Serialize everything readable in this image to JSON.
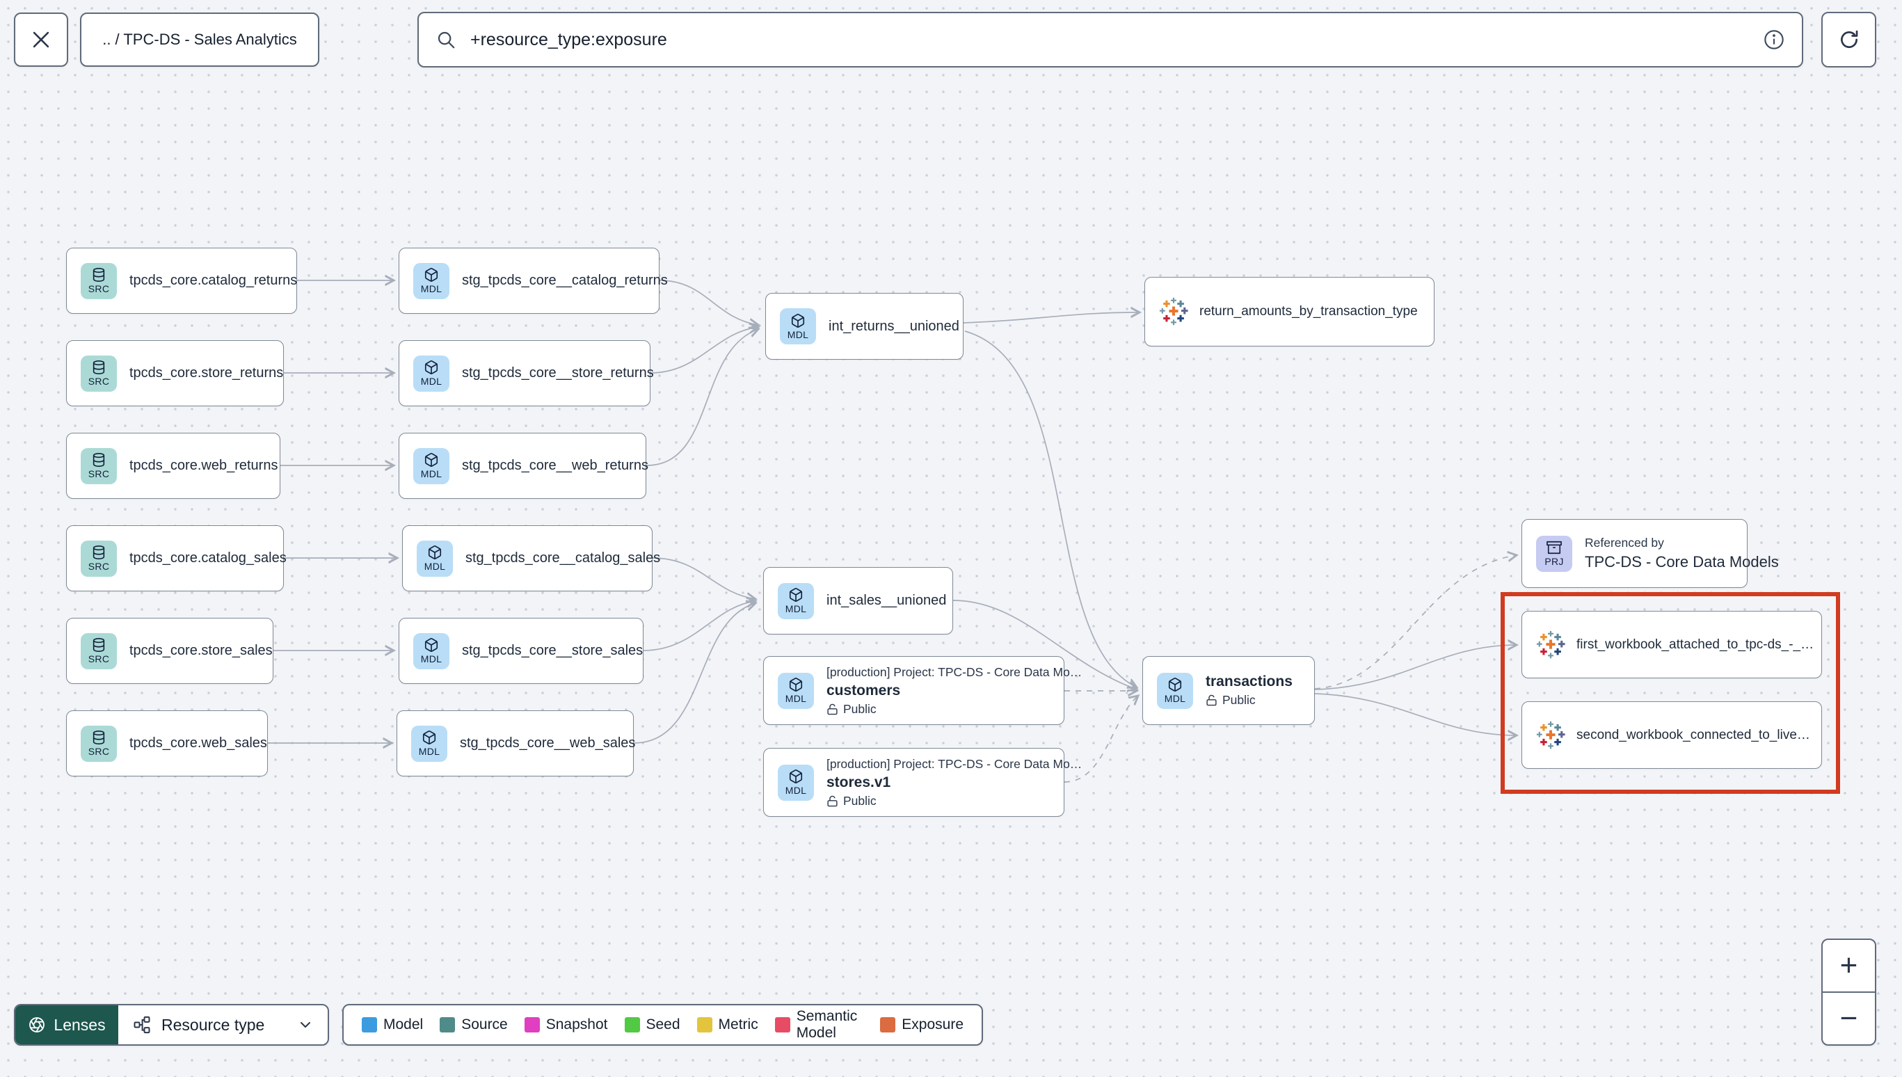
{
  "header": {
    "breadcrumb": ".. / TPC-DS - Sales Analytics",
    "search": {
      "value": "+resource_type:exposure"
    }
  },
  "icons": {
    "close": "✕",
    "search": "magnifier",
    "info": "ⓘ",
    "refresh": "↻",
    "lock_open": "unlocked-padlock",
    "chevron_down": "∨",
    "lenses": "aperture",
    "resource_type": "node-graph",
    "source_tile": "database-cylinder",
    "model_tile": "cube",
    "project_tile": "archive-stack",
    "exposure": "tableau-logo"
  },
  "nodes": {
    "src_catalog_returns": {
      "badge": "SRC",
      "label": "tpcds_core.catalog_returns"
    },
    "src_store_returns": {
      "badge": "SRC",
      "label": "tpcds_core.store_returns"
    },
    "src_web_returns": {
      "badge": "SRC",
      "label": "tpcds_core.web_returns"
    },
    "src_catalog_sales": {
      "badge": "SRC",
      "label": "tpcds_core.catalog_sales"
    },
    "src_store_sales": {
      "badge": "SRC",
      "label": "tpcds_core.store_sales"
    },
    "src_web_sales": {
      "badge": "SRC",
      "label": "tpcds_core.web_sales"
    },
    "stg_catalog_returns": {
      "badge": "MDL",
      "label": "stg_tpcds_core__catalog_returns"
    },
    "stg_store_returns": {
      "badge": "MDL",
      "label": "stg_tpcds_core__store_returns"
    },
    "stg_web_returns": {
      "badge": "MDL",
      "label": "stg_tpcds_core__web_returns"
    },
    "stg_catalog_sales": {
      "badge": "MDL",
      "label": "stg_tpcds_core__catalog_sales"
    },
    "stg_store_sales": {
      "badge": "MDL",
      "label": "stg_tpcds_core__store_sales"
    },
    "stg_web_sales": {
      "badge": "MDL",
      "label": "stg_tpcds_core__web_sales"
    },
    "int_returns": {
      "badge": "MDL",
      "label": "int_returns__unioned"
    },
    "int_sales": {
      "badge": "MDL",
      "label": "int_sales__unioned"
    },
    "exposure_returns": {
      "label": "return_amounts_by_transaction_type"
    },
    "customers": {
      "badge": "MDL",
      "project": "[production] Project: TPC-DS - Core Data Mo…",
      "label": "customers",
      "visibility": "Public"
    },
    "stores": {
      "badge": "MDL",
      "project": "[production] Project: TPC-DS - Core Data Mo…",
      "label": "stores.v1",
      "visibility": "Public"
    },
    "transactions": {
      "badge": "MDL",
      "label": "transactions",
      "visibility": "Public"
    },
    "referenced_by": {
      "badge": "PRJ",
      "title": "Referenced by",
      "label": "TPC-DS - Core Data Models"
    },
    "workbook_first": {
      "label": "first_workbook_attached_to_tpc-ds_-_…"
    },
    "workbook_second": {
      "label": "second_workbook_connected_to_live…"
    }
  },
  "canvas": {
    "highlight_color": "#d13b1f"
  },
  "footer": {
    "lenses_label": "Lenses",
    "resource_type_label": "Resource type",
    "legend": [
      {
        "label": "Model",
        "color": "#3d9be0"
      },
      {
        "label": "Source",
        "color": "#4f8b89"
      },
      {
        "label": "Snapshot",
        "color": "#df3fc0"
      },
      {
        "label": "Seed",
        "color": "#52c944"
      },
      {
        "label": "Metric",
        "color": "#e2c53d"
      },
      {
        "label": "Semantic Model",
        "color": "#e74c64"
      },
      {
        "label": "Exposure",
        "color": "#db6b41"
      }
    ],
    "zoom_in": "+",
    "zoom_out": "−"
  }
}
